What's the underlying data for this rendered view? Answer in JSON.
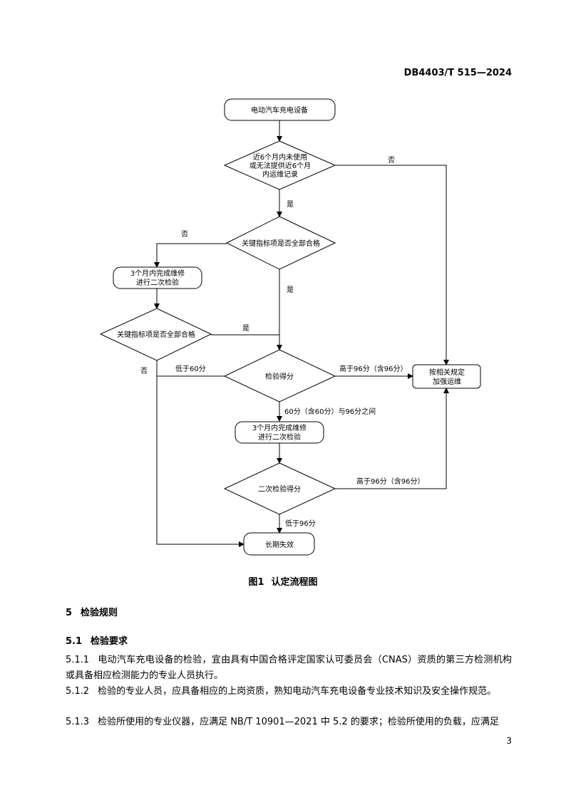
{
  "header": {
    "doc_code": "DB4403/T 515—2024"
  },
  "flowchart": {
    "nodes": {
      "start": "电动汽车充电设备",
      "q_unused": [
        "近6个月内未使用",
        "或无法提供近6个月",
        "内运维记录"
      ],
      "q_key1": "关键指标项是否全部合格",
      "repair1": [
        "3个月内完成维修",
        "进行二次检验"
      ],
      "q_key2": "关键指标项是否全部合格",
      "q_score": "检验得分",
      "maintain": [
        "按相关规定",
        "加强运维"
      ],
      "repair2": [
        "3个月内完成维修",
        "进行二次检验"
      ],
      "q_score2": "二次检验得分",
      "fail": "长期失效"
    },
    "edges": {
      "unused_no": "否",
      "unused_yes": "是",
      "key1_no": "否",
      "key1_yes": "是",
      "key2_yes": "是",
      "key2_no": "否",
      "score_low": "低于60分",
      "score_high": "高于96分（含96分）",
      "score_mid": "60分（含60分）与96分之间",
      "score2_high": "高于96分（含96分）",
      "score2_low": "低于96分"
    }
  },
  "caption": {
    "number": "图1",
    "title": "认定流程图"
  },
  "section": {
    "number": "5",
    "title": "检验规则"
  },
  "subsection": {
    "number": "5.1",
    "title": "检验要求"
  },
  "clauses": [
    {
      "number": "5.1.1",
      "text": "电动汽车充电设备的检验，宜由具有中国合格评定国家认可委员会（CNAS）资质的第三方检测机构或具备相应检测能力的专业人员执行。"
    },
    {
      "number": "5.1.2",
      "text": "检验的专业人员，应具备相应的上岗资质，熟知电动汽车充电设备专业技术知识及安全操作规范。"
    },
    {
      "number": "5.1.3",
      "text": "检验所使用的专业仪器，应满足 NB/T 10901—2021 中 5.2 的要求；检验所使用的负载，应满足"
    }
  ],
  "page_number": "3"
}
